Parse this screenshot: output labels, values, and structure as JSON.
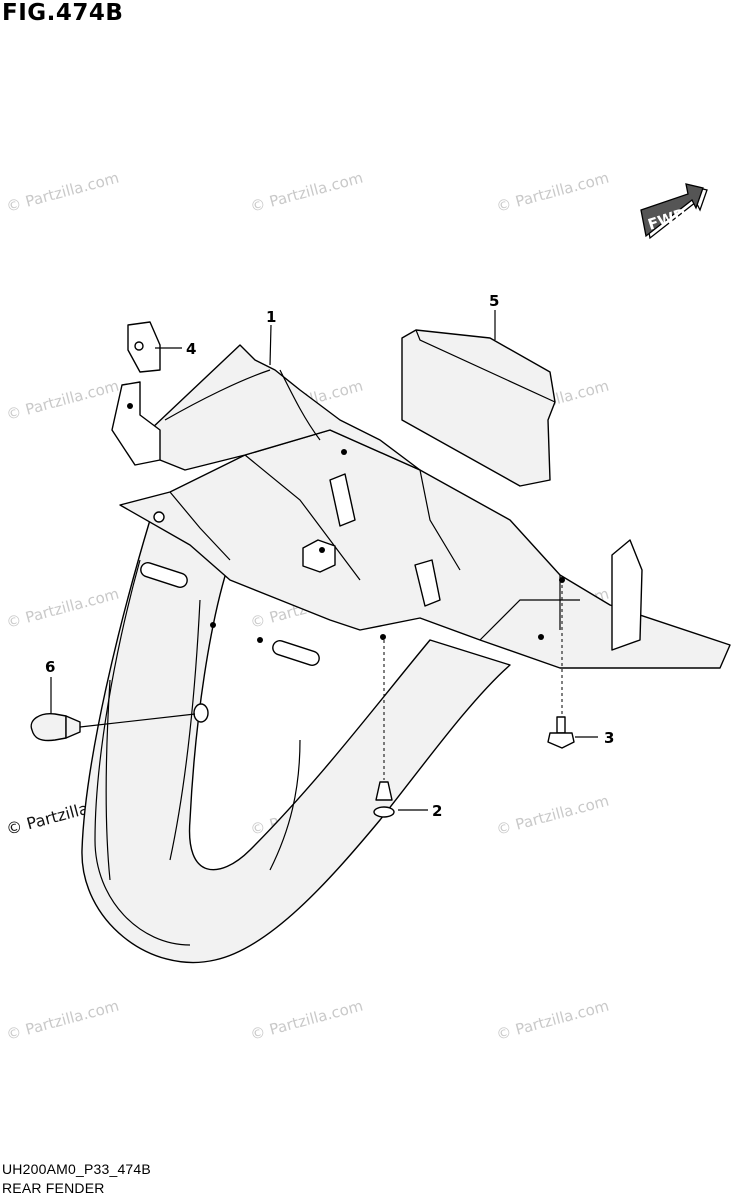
{
  "figure": {
    "title": "FIG.474B",
    "code": "UH200AM0_P33_474B",
    "name": "REAR FENDER"
  },
  "fwd_label": "FWD",
  "watermark": {
    "text": "© Partzilla.com",
    "color": "#c9c9c9"
  },
  "callouts": [
    {
      "id": "1",
      "label": "1"
    },
    {
      "id": "2",
      "label": "2"
    },
    {
      "id": "3",
      "label": "3"
    },
    {
      "id": "4",
      "label": "4"
    },
    {
      "id": "5",
      "label": "5"
    },
    {
      "id": "6",
      "label": "6"
    }
  ]
}
